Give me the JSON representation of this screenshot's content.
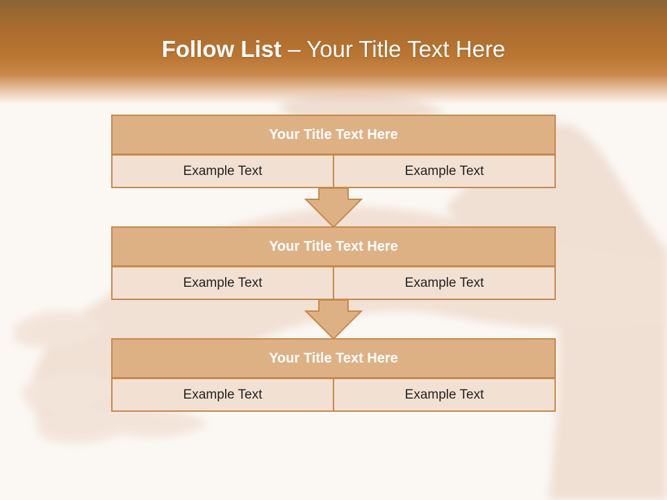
{
  "slide": {
    "title_bold": "Follow List",
    "title_rest": " – Your Title Text Here"
  },
  "steps": [
    {
      "title": "Your Title Text Here",
      "left": "Example Text",
      "right": "Example Text"
    },
    {
      "title": "Your Title Text Here",
      "left": "Example Text",
      "right": "Example Text"
    },
    {
      "title": "Your Title Text Here",
      "left": "Example Text",
      "right": "Example Text"
    }
  ],
  "colors": {
    "header": "#bb7632",
    "box_title_fill": "#deb185",
    "box_cell_fill": "#f2e1d3",
    "border": "#c6894a"
  }
}
